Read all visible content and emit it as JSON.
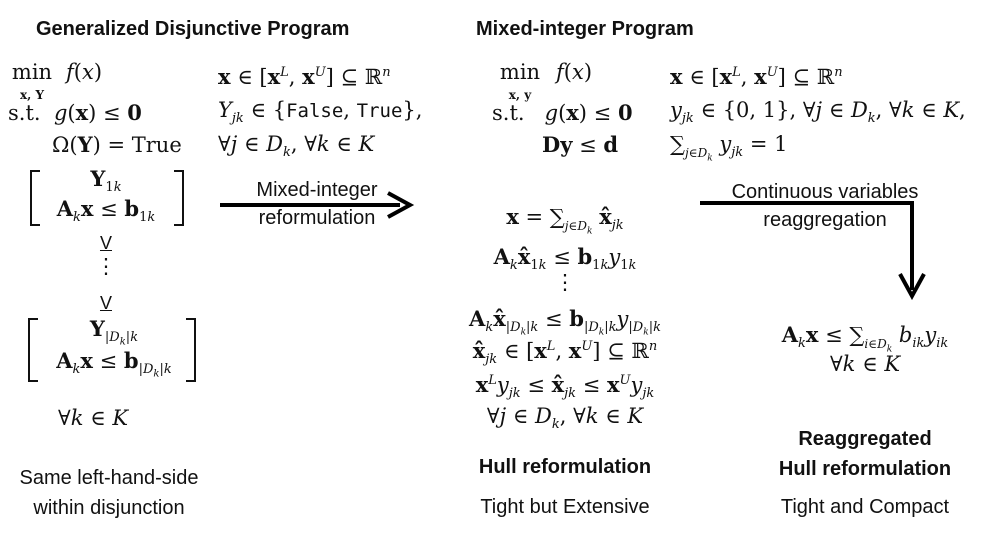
{
  "titles": {
    "gdp": "Generalized Disjunctive Program",
    "mip": "Mixed-integer Program",
    "hull": "Hull reformulation",
    "reagg_line1": "Reaggregated",
    "reagg_line2": "Hull reformulation"
  },
  "captions": {
    "left_line1": "Same left-hand-side",
    "left_line2": "within disjunction",
    "hull": "Tight but Extensive",
    "reagg": "Tight and Compact"
  },
  "arrows": {
    "mi_line1": "Mixed-integer",
    "mi_line2": "reformulation",
    "cv_line1": "Continuous variables",
    "cv_line2": "reaggregation"
  },
  "math": {
    "min": "min",
    "st": "s.t.",
    "false": "False",
    "true": "True",
    "true_rm": "True",
    "vdots": "⋮",
    "vee": "V"
  },
  "colors": {
    "text": "#111111",
    "arrow": "#000000"
  }
}
